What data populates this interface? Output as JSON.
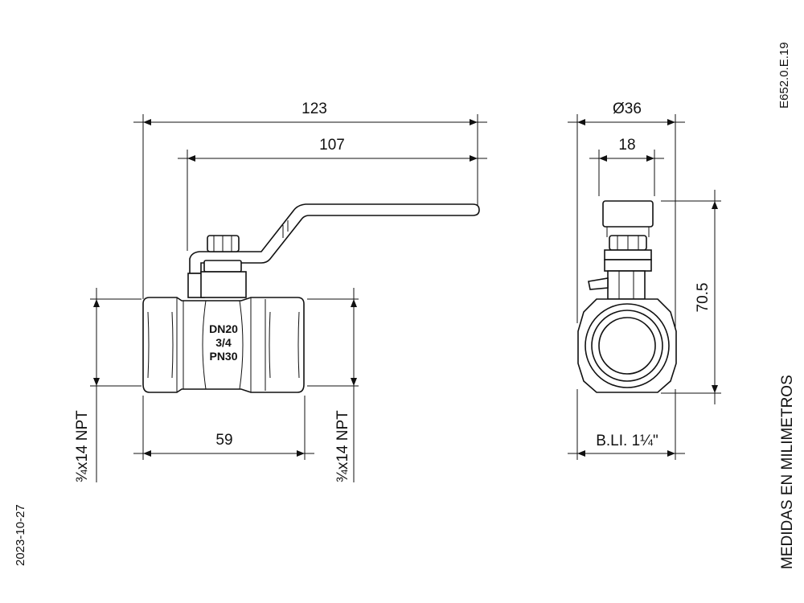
{
  "drawing_code": "E652.0.E.19",
  "date": "2023-10-27",
  "units_note": "MEDIDAS EN MILIMETROS",
  "front_view": {
    "overall_length": "123",
    "handle_length": "107",
    "body_length": "59",
    "thread_left": "¾x14 NPT",
    "thread_right": "¾x14 NPT",
    "body_marking": [
      "DN20",
      "3/4",
      "PN30"
    ]
  },
  "side_view": {
    "diameter": "Ø36",
    "stem_width": "18",
    "height": "70.5",
    "bore": "B.LI. 1¼\""
  }
}
